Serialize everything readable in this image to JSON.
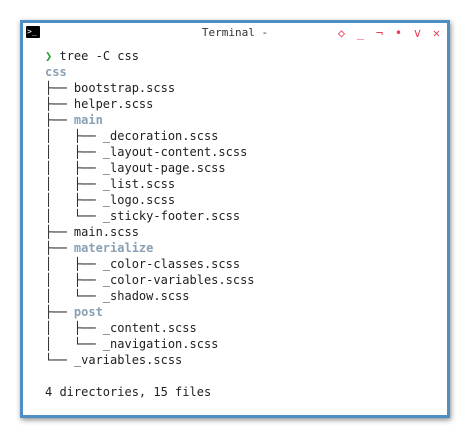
{
  "window": {
    "title": "Terminal -",
    "icon": "terminal-icon",
    "controls": [
      "◇",
      "_",
      "¬",
      "•",
      "v",
      "✕"
    ]
  },
  "terminal": {
    "prompt_symbol": "❯",
    "command": "tree -C css",
    "root": "css",
    "entries": [
      {
        "prefix": "├── ",
        "name": "bootstrap.scss",
        "dir": false
      },
      {
        "prefix": "├── ",
        "name": "helper.scss",
        "dir": false
      },
      {
        "prefix": "├── ",
        "name": "main",
        "dir": true
      },
      {
        "prefix": "│   ├── ",
        "name": "_decoration.scss",
        "dir": false
      },
      {
        "prefix": "│   ├── ",
        "name": "_layout-content.scss",
        "dir": false
      },
      {
        "prefix": "│   ├── ",
        "name": "_layout-page.scss",
        "dir": false
      },
      {
        "prefix": "│   ├── ",
        "name": "_list.scss",
        "dir": false
      },
      {
        "prefix": "│   ├── ",
        "name": "_logo.scss",
        "dir": false
      },
      {
        "prefix": "│   └── ",
        "name": "_sticky-footer.scss",
        "dir": false
      },
      {
        "prefix": "├── ",
        "name": "main.scss",
        "dir": false
      },
      {
        "prefix": "├── ",
        "name": "materialize",
        "dir": true
      },
      {
        "prefix": "│   ├── ",
        "name": "_color-classes.scss",
        "dir": false
      },
      {
        "prefix": "│   ├── ",
        "name": "_color-variables.scss",
        "dir": false
      },
      {
        "prefix": "│   └── ",
        "name": "_shadow.scss",
        "dir": false
      },
      {
        "prefix": "├── ",
        "name": "post",
        "dir": true
      },
      {
        "prefix": "│   ├── ",
        "name": "_content.scss",
        "dir": false
      },
      {
        "prefix": "│   └── ",
        "name": "_navigation.scss",
        "dir": false
      },
      {
        "prefix": "└── ",
        "name": "_variables.scss",
        "dir": false
      }
    ],
    "summary": "4 directories, 15 files"
  },
  "colors": {
    "border": "#4d8fc4",
    "prompt": "#1fa12c",
    "directory": "#8aa0b4",
    "controls": "#e83a52"
  }
}
